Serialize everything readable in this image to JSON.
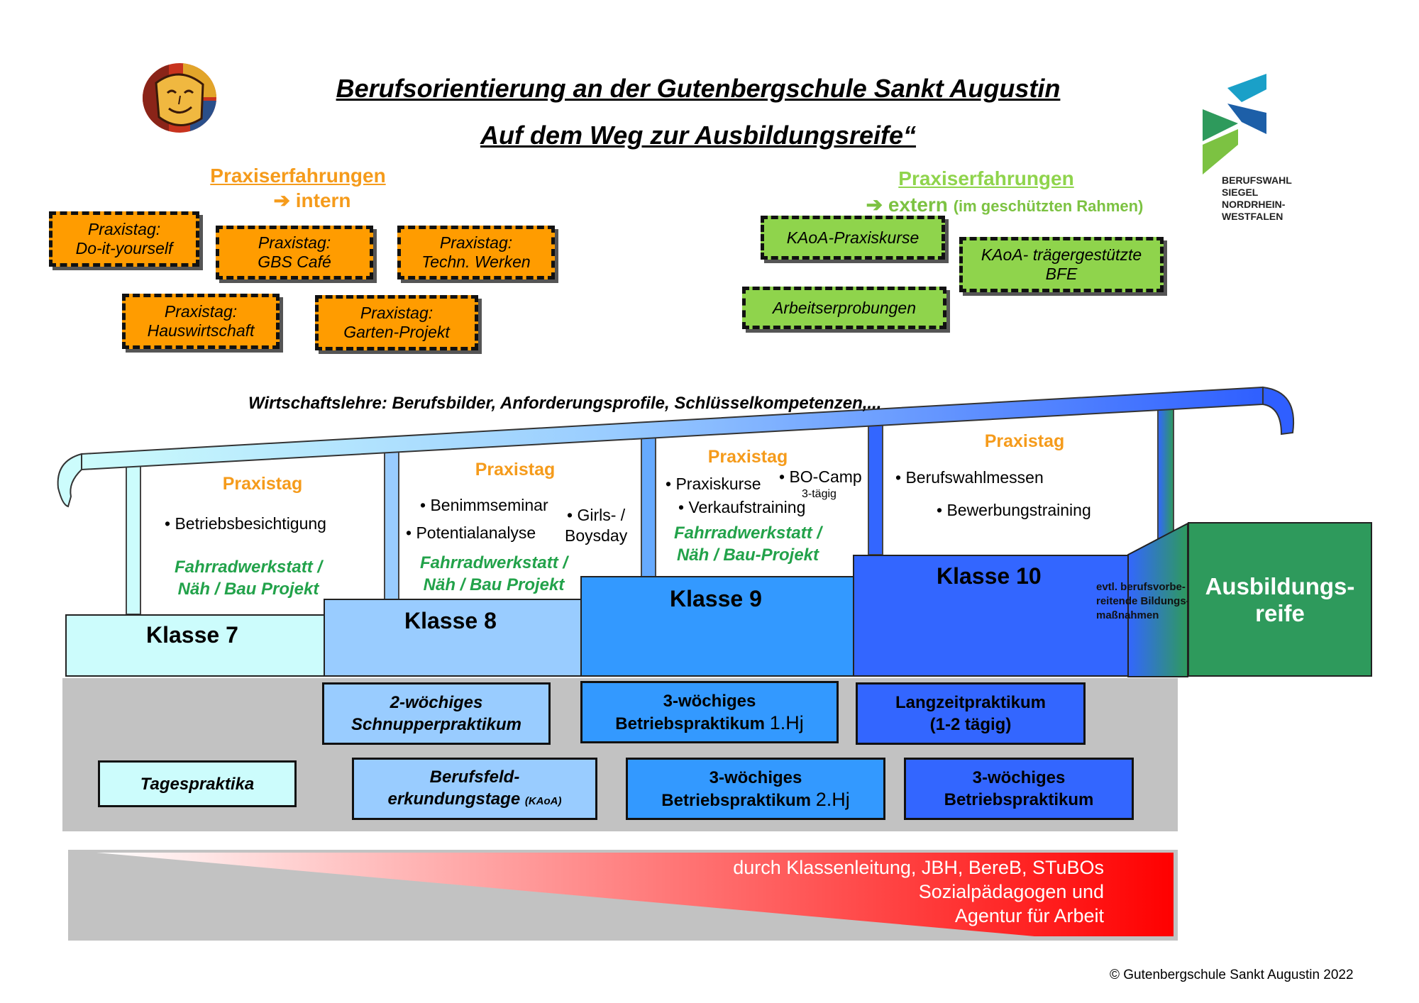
{
  "title_line1": "Berufsorientierung an der Gutenbergschule Sankt Augustin",
  "title_line2": "Auf dem Weg zur Ausbildungsreife“",
  "logo_text": [
    "BERUFSWAHL",
    "SIEGEL",
    "NORDRHEIN-",
    "WESTFALEN"
  ],
  "intern": {
    "heading": "Praxiserfahrungen",
    "sub": "intern",
    "boxes": [
      [
        "Praxistag:",
        "Do-it-yourself"
      ],
      [
        "Praxistag:",
        "GBS Café"
      ],
      [
        "Praxistag:",
        "Techn. Werken"
      ],
      [
        "Praxistag:",
        "Hauswirtschaft"
      ],
      [
        "Praxistag:",
        "Garten-Projekt"
      ]
    ]
  },
  "extern": {
    "heading": "Praxiserfahrungen",
    "sub": "extern",
    "sub_note": "(im geschützten Rahmen)",
    "boxes": [
      [
        "KAoA-Praxiskurse"
      ],
      [
        "KAoA- trägergestützte",
        "BFE"
      ],
      [
        "Arbeitserprobungen"
      ]
    ]
  },
  "roof_label": "Wirtschaftslehre: Berufsbilder, Anforderungsprofile, Schlüsselkompetenzen,...",
  "k7": {
    "praxistag": "Praxistag",
    "bullets": [
      "• Betriebsbesichtigung"
    ],
    "green": [
      "Fahrradwerkstatt /",
      "Näh / Bau Projekt"
    ],
    "label": "Klasse 7"
  },
  "k8": {
    "praxistag": "Praxistag",
    "bullets": [
      "• Benimmseminar",
      "• Potentialanalyse"
    ],
    "side": [
      "• Girls- /",
      "Boysday"
    ],
    "green": [
      "Fahrradwerkstatt /",
      "Näh / Bau Projekt"
    ],
    "label": "Klasse 8"
  },
  "k9": {
    "praxistag": "Praxistag",
    "bullets": [
      "• Praxiskurse",
      "• Verkaufstraining"
    ],
    "bo_camp": "• BO-Camp",
    "bo_note": "3-tägig",
    "green": [
      "Fahrradwerkstatt /",
      "Näh / Bau-Projekt"
    ],
    "label": "Klasse 9"
  },
  "k10": {
    "praxistag": "Praxistag",
    "bullets": [
      "• Berufswahlmessen",
      "• Bewerbungstraining"
    ],
    "label": "Klasse 10"
  },
  "bridge_text": [
    "evtl. berufsvorbe-",
    "reitende Bildungs-",
    "maßnahmen"
  ],
  "goal": [
    "Ausbildungs-",
    "reife"
  ],
  "praktika": {
    "tages": "Tagespraktika",
    "schnupper": [
      "2-wöchiges",
      "Schnupperpraktikum"
    ],
    "berufsfeld": [
      "Berufsfeld-",
      "erkundungstage",
      "(KAoA)"
    ],
    "bp1": [
      "3-wöchiges",
      "Betriebspraktikum",
      "1.Hj"
    ],
    "bp2": [
      "3-wöchiges",
      "Betriebspraktikum",
      "2.Hj"
    ],
    "langzeit": [
      "Langzeitpraktikum",
      "(1-2 tägig)"
    ],
    "bp10": [
      "3-wöchiges",
      "Betriebspraktikum"
    ]
  },
  "support": [
    "durch Klassenleitung, JBH, BereB, STuBOs",
    "Sozialpädagogen und",
    "Agentur für Arbeit"
  ],
  "copyright": "Gutenbergschule Sankt Augustin 2022",
  "copyright_symbol": "©",
  "colors": {
    "orange": "#ff9c00",
    "green_box": "#8fd44c",
    "k7": "#ccfcfc",
    "k8": "#99ccff",
    "k9": "#3399ff",
    "k10": "#3366ff",
    "goal": "#2e9a5c",
    "gray_band": "#c2c2c2",
    "support_red": "#ff0000"
  }
}
